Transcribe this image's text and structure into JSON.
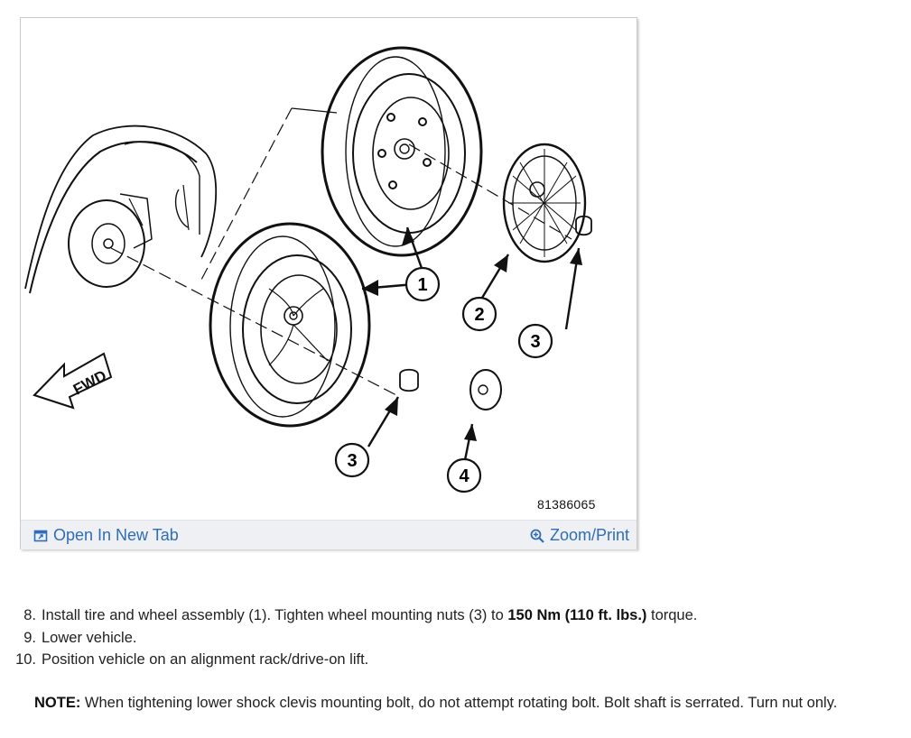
{
  "figure": {
    "id_text": "81386065",
    "labels": {
      "fwd": "FWD",
      "callout_1": "1",
      "callout_2": "2",
      "callout_3a": "3",
      "callout_3b": "3",
      "callout_4": "4"
    },
    "toolbar": {
      "open_label": "Open In New Tab",
      "zoom_label": "Zoom/Print",
      "open_icon": "external-window-icon",
      "zoom_icon": "magnifier-plus-icon"
    }
  },
  "steps": [
    {
      "num": "8.",
      "pre": "Install tire and wheel assembly (1). Tighten wheel mounting nuts (3) to ",
      "bold": "150 Nm (110 ft. lbs.)",
      "post": " torque."
    },
    {
      "num": "9.",
      "pre": "Lower vehicle.",
      "bold": "",
      "post": ""
    },
    {
      "num": "10.",
      "pre": "Position vehicle on an alignment rack/drive-on lift.",
      "bold": "",
      "post": ""
    }
  ],
  "note": {
    "label": "NOTE:",
    "text": " When tightening lower shock clevis mounting bolt, do not attempt rotating bolt. Bolt shaft is serrated. Turn nut only."
  }
}
